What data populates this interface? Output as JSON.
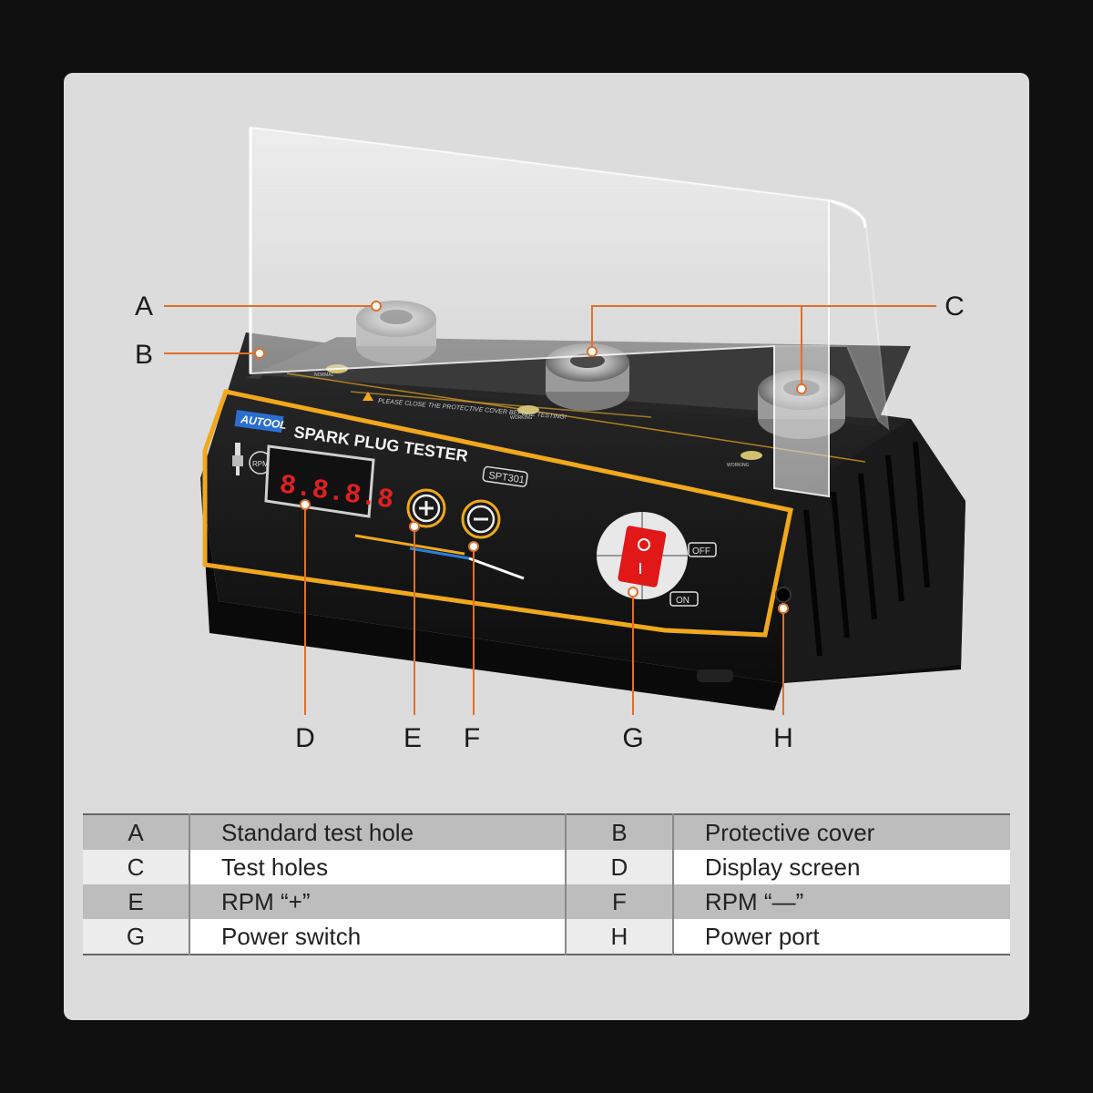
{
  "device": {
    "brand": "AUTOOL",
    "name": "SPARK PLUG TESTER",
    "model": "SPT301",
    "rpm_label": "RPM",
    "display_value": "8.8.8.8",
    "warning": "PLEASE CLOSE THE PROTECTIVE COVER BEFORE TESTING!",
    "hole_labels": [
      "NORMAL",
      "WORKING",
      "WORKING"
    ],
    "switch_off": "OFF",
    "switch_on": "ON",
    "accent_color": "#f0a81c",
    "callout_color": "#e0702a"
  },
  "callouts": {
    "a": "A",
    "b": "B",
    "c": "C",
    "d": "D",
    "e": "E",
    "f": "F",
    "g": "G",
    "h": "H"
  },
  "legend": [
    {
      "key1": "A",
      "desc1": "Standard test hole",
      "key2": "B",
      "desc2": "Protective cover"
    },
    {
      "key1": "C",
      "desc1": "Test holes",
      "key2": "D",
      "desc2": "Display screen"
    },
    {
      "key1": "E",
      "desc1": "RPM “+”",
      "key2": "F",
      "desc2": "RPM “—”"
    },
    {
      "key1": "G",
      "desc1": "Power switch",
      "key2": "H",
      "desc2": "Power port"
    }
  ]
}
